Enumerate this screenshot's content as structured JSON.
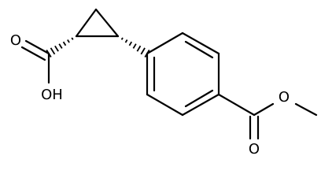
{
  "structure": {
    "type": "skeletal-formula",
    "stroke_color": "#000000",
    "background": "#ffffff",
    "atom_labels": {
      "carbonyl_oxygen_acid": "O",
      "hydroxyl": "OH",
      "carbonyl_oxygen_ester": "O",
      "ester_oxygen": "O"
    }
  }
}
